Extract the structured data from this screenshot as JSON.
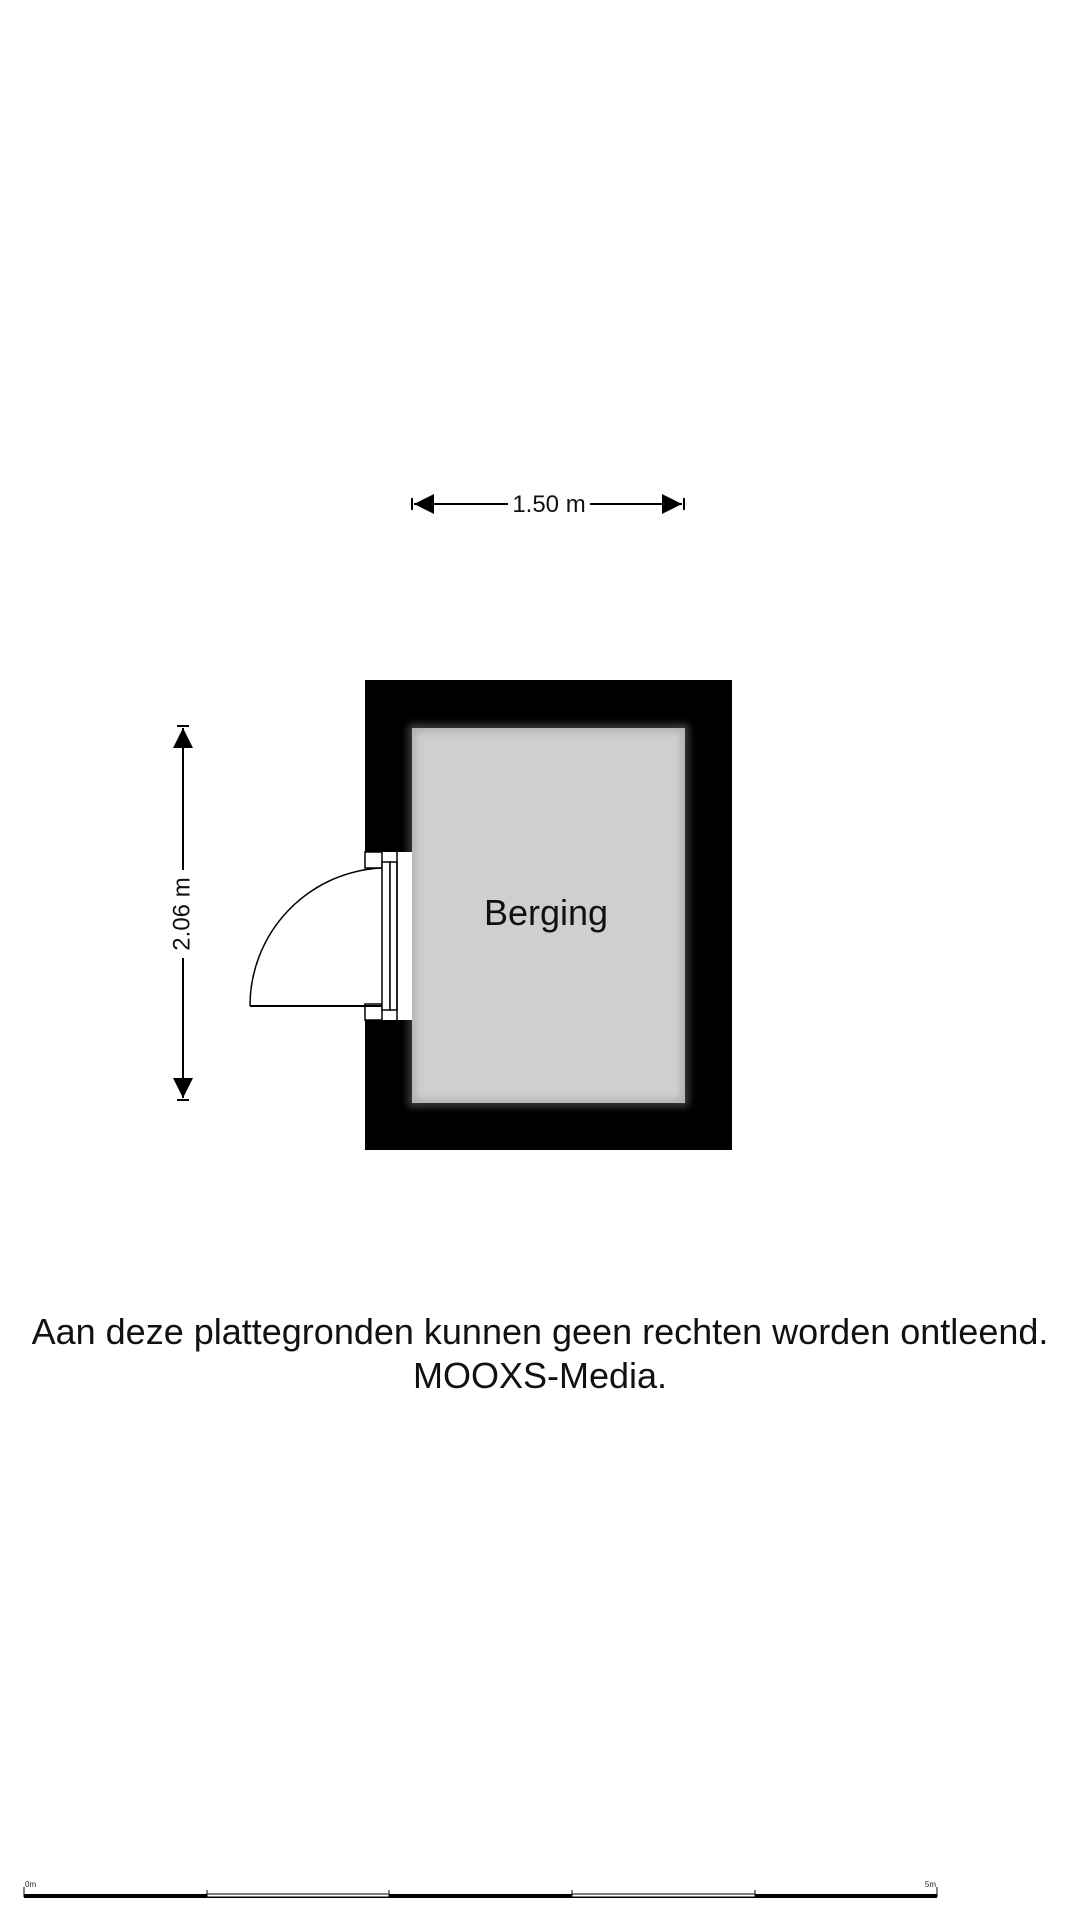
{
  "floorplan": {
    "room_name": "Berging",
    "width_dimension": "1.50 m",
    "height_dimension": "2.06 m"
  },
  "disclaimer": {
    "line1": "Aan deze plattegronden kunnen geen rechten worden ontleend.",
    "line2": "MOOXS-Media."
  },
  "scale_bar": {
    "start_label": "0m",
    "end_label": "5m"
  },
  "colors": {
    "wall": "#000000",
    "floor": "#cccccc",
    "background": "#ffffff"
  }
}
